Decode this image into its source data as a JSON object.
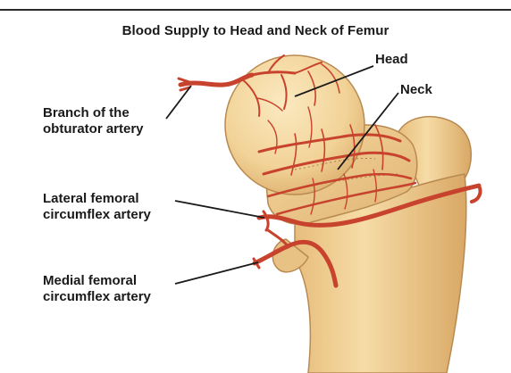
{
  "title": "Blood Supply to Head and Neck of Femur",
  "labels": {
    "head": "Head",
    "neck": "Neck",
    "obturator_line1": "Branch of the",
    "obturator_line2": "obturator artery",
    "lateral_line1": "Lateral femoral",
    "lateral_line2": "circumflex artery",
    "medial_line1": "Medial femoral",
    "medial_line2": "circumflex artery"
  },
  "colors": {
    "bone": "#f3d59a",
    "bone_shadow": "#d9a865",
    "artery": "#c8432d",
    "artery_dark": "#8e2a1c",
    "text": "#1a1a1a"
  }
}
